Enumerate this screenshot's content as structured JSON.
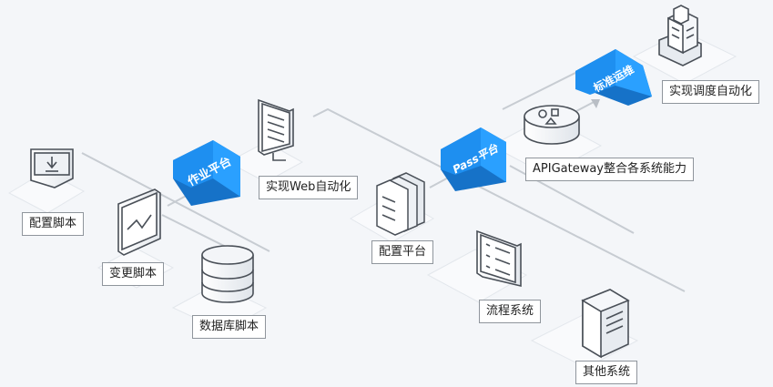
{
  "nodes": {
    "config_script": "配置脚本",
    "change_script": "变更脚本",
    "db_script": "数据库脚本",
    "web_automation": "实现Web自动化",
    "config_platform": "配置平台",
    "apigateway": "APIGateway整合各系统能力",
    "flow_system": "流程系统",
    "other_system": "其他系统",
    "schedule_automation": "实现调度自动化"
  },
  "banners": {
    "job_platform": "作业平台",
    "pass_platform": "Pass平台",
    "standard_ops": "标准运维"
  },
  "colors": {
    "banner_blue": "#1e8ff0",
    "banner_blue_dark": "#1672c8",
    "line_gray": "#c4c9cf",
    "icon_stroke": "#4a5058",
    "icon_fill": "#e9edf2",
    "tile_fill": "#f9fafc",
    "tile_shadow": "#e2e6eb"
  }
}
